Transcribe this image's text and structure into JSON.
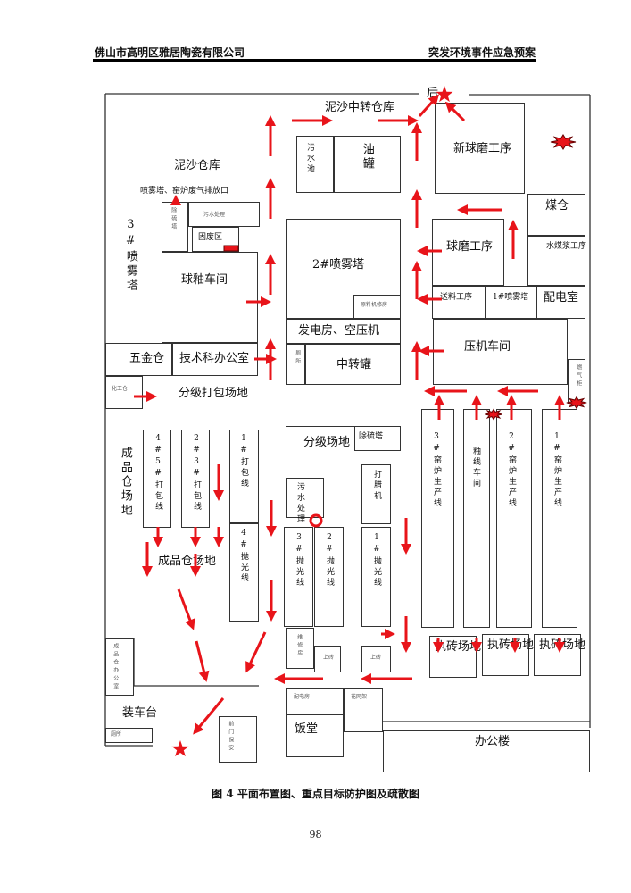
{
  "header": {
    "company": "佛山市高明区雅居陶瓷有限公司",
    "doc_title": "突发环境事件应急预案"
  },
  "plan": {
    "accent_color": "#e8141a",
    "areas": {
      "sand_warehouse": "泥沙仓库",
      "exhaust_outlet": "喷雾塔、窑炉废气排放口",
      "spray_tower_3": "3#喷雾塔",
      "desulfur_tower_1": "除硫塔",
      "sewage_treatment_1": "污水处理",
      "solid_waste": "固废区",
      "glaze_workshop": "球釉车间",
      "hardware_store": "五金仓",
      "tech_office": "技术科办公室",
      "chemical_store": "化工仓",
      "grading_packing_area": "分级打包场地",
      "sand_transfer_warehouse": "泥沙中转仓库",
      "back_gate": "后",
      "sewage_pool": "污水池",
      "oil_tank": "油罐",
      "spray_tower_2": "2#喷雾塔",
      "raw_material_repair": "原料机修房",
      "generator_room": "发电房、空压机",
      "toilet_1": "厕所",
      "transfer_tank": "中转罐",
      "new_ball_mill": "新球磨工序",
      "coal_store": "煤仓",
      "coal_slurry": "水煤浆工序",
      "ball_mill": "球磨工序",
      "feeding": "送料工序",
      "spray_tower_1": "1#喷雾塔",
      "power_room_1": "配电室",
      "press_workshop": "压机车间",
      "gas_holder": "燃气柜",
      "kiln_3": "3#窑炉生产线",
      "glaze_line": "釉线车间",
      "kiln_2": "2#窑炉生产线",
      "kiln_1": "1#窑炉生产线",
      "finished_yard_1": "成品仓场地",
      "pack_line_45": "4#5#打包线",
      "pack_line_23": "2#3#打包线",
      "pack_line_1": "1#打包线",
      "polish_line_4": "4#抛光线",
      "grading_area": "分级场地",
      "desulfur_tower_2": "除硫塔",
      "sewage_treatment_2": "污水处理",
      "waxing_machine": "打腊机",
      "polish_line_3": "3#抛光线",
      "polish_line_2": "2#抛光线",
      "polish_line_1": "1#抛光线",
      "finished_yard_2": "成品仓场地",
      "repair_room": "维修房",
      "tile_loading_1": "上砖",
      "tile_loading_2": "上砖",
      "brick_yard_1": "执砖场地",
      "brick_yard_2": "执砖场地",
      "brick_yard_3": "执砖场地",
      "finished_office": "成品仓办公室",
      "loading_dock": "装车台",
      "toilet_2": "厕所",
      "front_gate_security": "前门保安",
      "power_room_2": "配电房",
      "canteen": "饭堂",
      "flower_rack": "花网架",
      "office_building": "办公楼"
    }
  },
  "caption": "图 4  平面布置图、重点目标防护图及疏散图",
  "page_number": "98"
}
